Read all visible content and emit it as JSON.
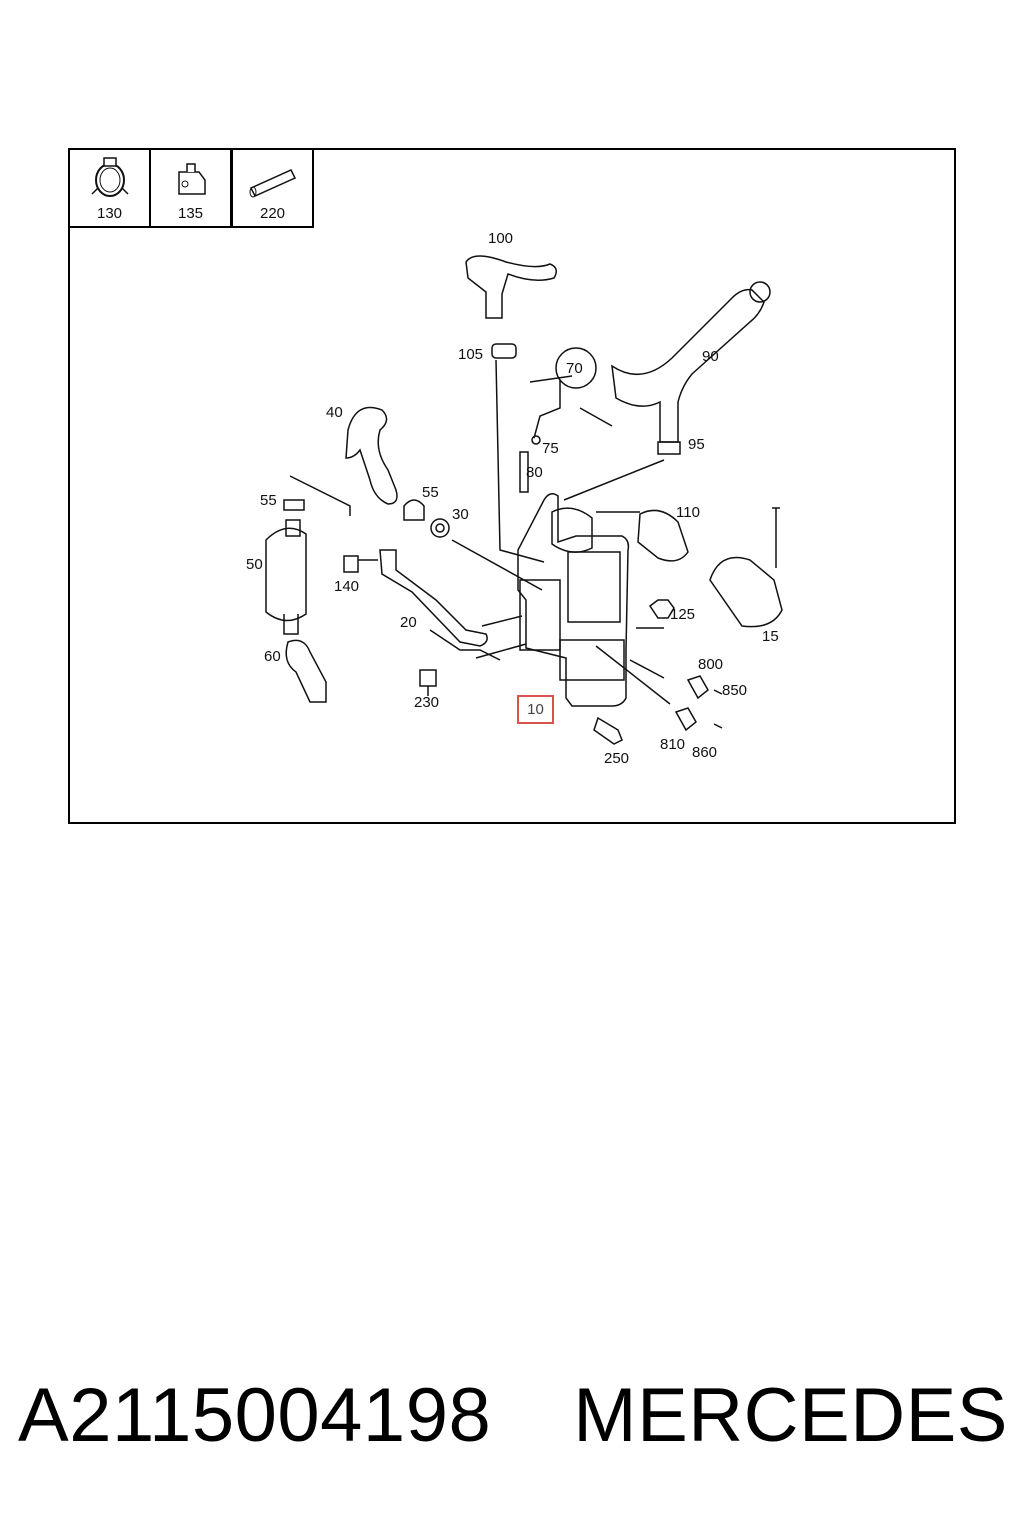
{
  "legend": [
    {
      "id": "130",
      "icon": "hose-clamp-icon"
    },
    {
      "id": "135",
      "icon": "clip-icon"
    },
    {
      "id": "220",
      "icon": "tube-sleeve-icon"
    }
  ],
  "callouts": {
    "c100": "100",
    "c105": "105",
    "c90": "90",
    "c70": "70",
    "c40": "40",
    "c75": "75",
    "c95": "95",
    "c80": "80",
    "c55a": "55",
    "c55b": "55",
    "c30": "30",
    "c110": "110",
    "c50": "50",
    "c140": "140",
    "c125": "125",
    "c15": "15",
    "c20": "20",
    "c60": "60",
    "c800": "800",
    "c850": "850",
    "c230": "230",
    "c810": "810",
    "c860": "860",
    "c250": "250"
  },
  "highlight": "10",
  "footer": {
    "part_number": "A2115004198",
    "brand": "MERCEDES"
  },
  "colors": {
    "highlight_border": "#d9534f"
  }
}
